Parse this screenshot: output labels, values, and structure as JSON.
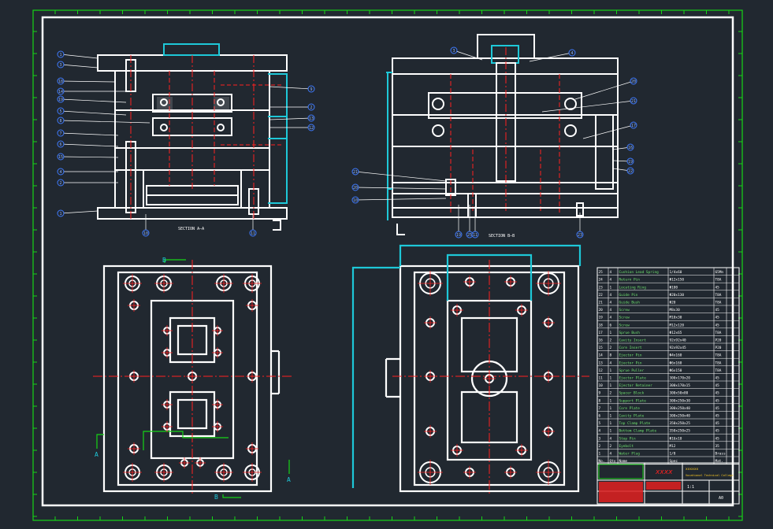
{
  "colors": {
    "background": "#212830",
    "geometry": "#ffffff",
    "centerline": "#ff2020",
    "balloon": "#3f7bff",
    "frame": "#16d416",
    "water_line": "#1ec8d8",
    "hidden": "#e02020"
  },
  "views": {
    "section_a_label": "SECTION  A—A",
    "section_b_label": "SECTION  B—B"
  },
  "cut_marks": {
    "a": "A",
    "b": "B"
  },
  "balloons_a": [
    "1",
    "3",
    "18",
    "14",
    "19",
    "5",
    "8",
    "7",
    "6",
    "15",
    "4",
    "2",
    "1",
    "10",
    "11",
    "9",
    "2",
    "13",
    "12"
  ],
  "balloons_b": [
    "3",
    "4",
    "20",
    "21",
    "17",
    "16",
    "19",
    "22",
    "21",
    "20",
    "10",
    "19",
    "25",
    "23",
    "11"
  ],
  "bom": {
    "rows": [
      {
        "no": "25",
        "qty": "4",
        "name": "Cushion Lead Spring",
        "spec": "1/4x60",
        "mat": "65Mn"
      },
      {
        "no": "24",
        "qty": "4",
        "name": "Return Pin",
        "spec": "Φ12x150",
        "mat": "T8A"
      },
      {
        "no": "23",
        "qty": "1",
        "name": "Locating Ring",
        "spec": "Φ100",
        "mat": "45"
      },
      {
        "no": "22",
        "qty": "4",
        "name": "Guide Pin",
        "spec": "Φ20x130",
        "mat": "T8A"
      },
      {
        "no": "21",
        "qty": "4",
        "name": "Guide Bush",
        "spec": "Φ20",
        "mat": "T8A"
      },
      {
        "no": "20",
        "qty": "4",
        "name": "Screw",
        "spec": "M8x30",
        "mat": "45"
      },
      {
        "no": "19",
        "qty": "4",
        "name": "Screw",
        "spec": "M10x30",
        "mat": "45"
      },
      {
        "no": "18",
        "qty": "6",
        "name": "Screw",
        "spec": "M12x120",
        "mat": "45"
      },
      {
        "no": "17",
        "qty": "1",
        "name": "Sprue Bush",
        "spec": "Φ12x65",
        "mat": "T8A"
      },
      {
        "no": "16",
        "qty": "2",
        "name": "Cavity Insert",
        "spec": "92x92x40",
        "mat": "P20"
      },
      {
        "no": "15",
        "qty": "2",
        "name": "Core Insert",
        "spec": "92x92x45",
        "mat": "P20"
      },
      {
        "no": "14",
        "qty": "8",
        "name": "Ejector Pin",
        "spec": "Φ4x160",
        "mat": "T8A"
      },
      {
        "no": "13",
        "qty": "4",
        "name": "Ejector Pin",
        "spec": "Φ6x160",
        "mat": "T8A"
      },
      {
        "no": "12",
        "qty": "1",
        "name": "Sprue Puller",
        "spec": "Φ6x150",
        "mat": "T8A"
      },
      {
        "no": "11",
        "qty": "1",
        "name": "Ejector Plate",
        "spec": "300x170x20",
        "mat": "45"
      },
      {
        "no": "10",
        "qty": "1",
        "name": "Ejector Retainer",
        "spec": "300x170x15",
        "mat": "45"
      },
      {
        "no": "9",
        "qty": "2",
        "name": "Spacer Block",
        "spec": "300x50x80",
        "mat": "45"
      },
      {
        "no": "8",
        "qty": "1",
        "name": "Support Plate",
        "spec": "300x250x30",
        "mat": "45"
      },
      {
        "no": "7",
        "qty": "1",
        "name": "Core Plate",
        "spec": "300x250x40",
        "mat": "45"
      },
      {
        "no": "6",
        "qty": "1",
        "name": "Cavity Plate",
        "spec": "300x250x40",
        "mat": "45"
      },
      {
        "no": "5",
        "qty": "1",
        "name": "Top Clamp Plate",
        "spec": "350x250x25",
        "mat": "45"
      },
      {
        "no": "4",
        "qty": "1",
        "name": "Bottom Clamp Plate",
        "spec": "350x250x25",
        "mat": "45"
      },
      {
        "no": "3",
        "qty": "4",
        "name": "Stop Pin",
        "spec": "Φ16x10",
        "mat": "45"
      },
      {
        "no": "2",
        "qty": "2",
        "name": "Eyebolt",
        "spec": "M12",
        "mat": "35"
      },
      {
        "no": "1",
        "qty": "4",
        "name": "Water Plug",
        "spec": "1/8",
        "mat": "Brass"
      }
    ],
    "header": {
      "no": "No.",
      "qty": "Qty",
      "name": "Name",
      "spec": "Spec",
      "mat": "Mat."
    }
  },
  "title_block": {
    "drawing_title": "xxxx",
    "school_top": "xxxxxx",
    "school_bottom": "Vocational Technical College",
    "scale_label": "1:1",
    "sheet_label": "A0"
  }
}
